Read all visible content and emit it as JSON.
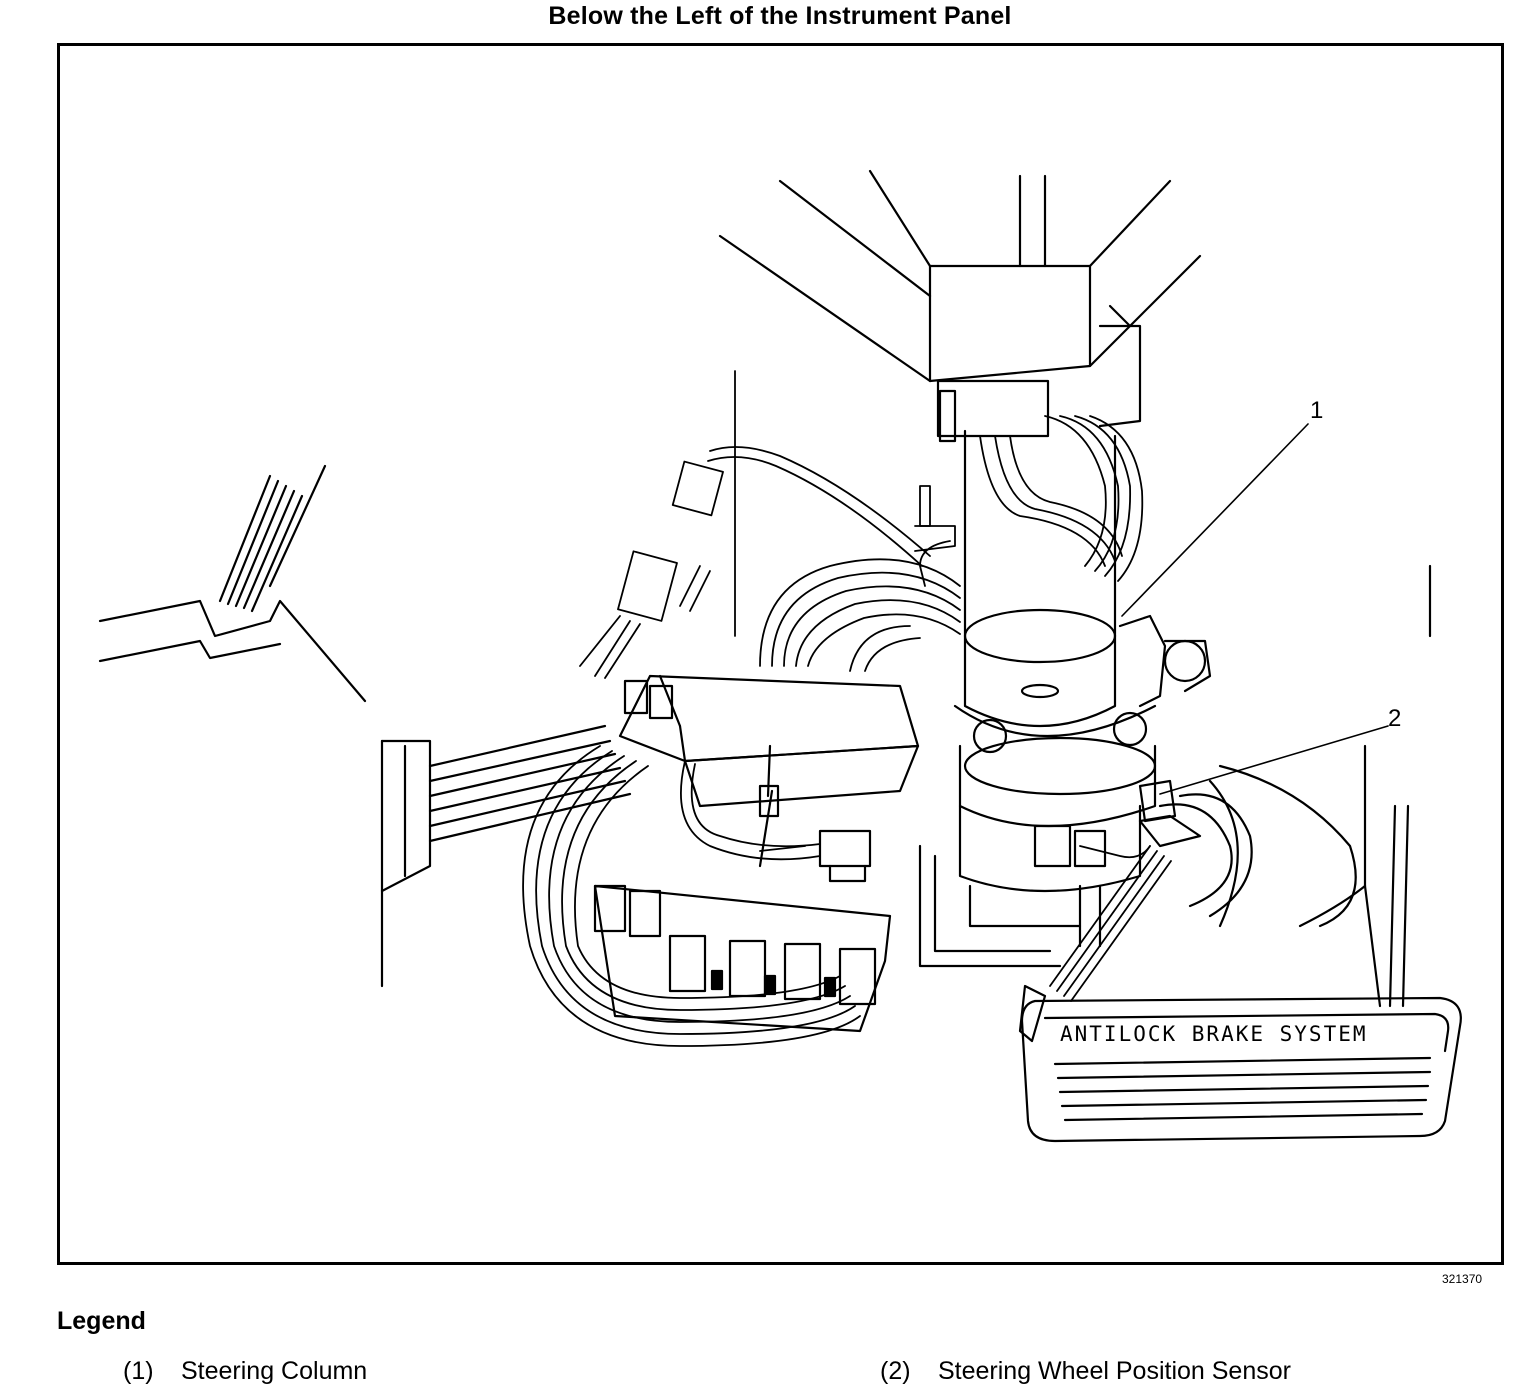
{
  "diagram": {
    "title": "Below the Left of the Instrument Panel",
    "figure_id": "321370",
    "callouts": [
      {
        "number": "1"
      },
      {
        "number": "2"
      }
    ],
    "pedal_plate_text": "ANTILOCK BRAKE SYSTEM"
  },
  "legend": {
    "heading": "Legend",
    "items": [
      {
        "number": "(1)",
        "label": "Steering Column"
      },
      {
        "number": "(2)",
        "label": "Steering Wheel Position Sensor"
      }
    ]
  }
}
